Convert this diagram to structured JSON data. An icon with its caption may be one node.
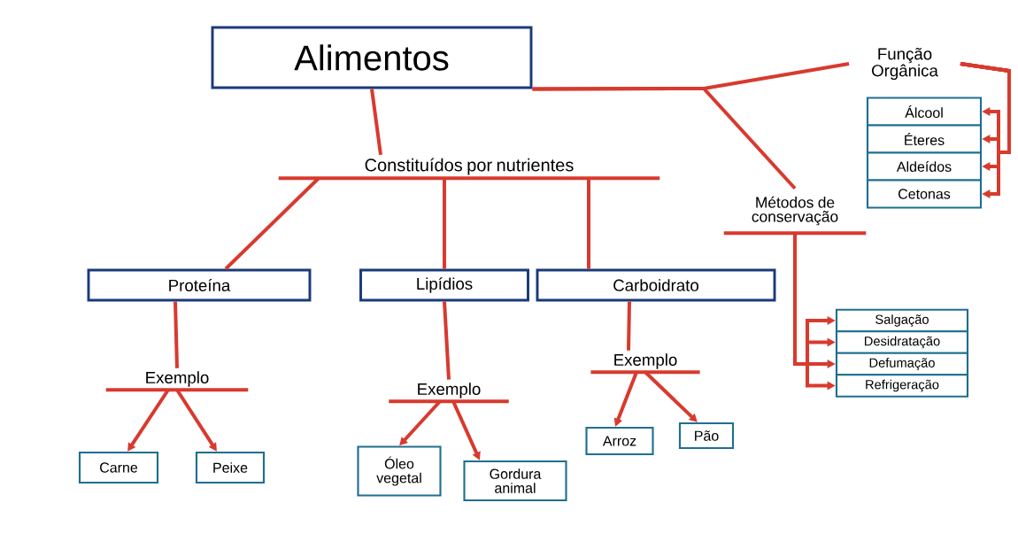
{
  "diagram": {
    "nodes": [
      {
        "text": [
          "Alimentos"
        ]
      },
      {
        "text": [
          "Constituídos por nutrientes"
        ]
      },
      {
        "text": [
          "Função Orgânica"
        ]
      },
      {
        "text": [
          "Métodos de conservação"
        ]
      },
      {
        "text": [
          "Proteína"
        ]
      },
      {
        "text": [
          "Lipídios"
        ]
      },
      {
        "text": [
          "Carboidrato"
        ]
      },
      {
        "text": [
          "Exemplo"
        ]
      },
      {
        "text": [
          "Exemplo"
        ]
      },
      {
        "text": [
          "Exemplo"
        ]
      },
      {
        "text": [
          "Carne"
        ]
      },
      {
        "text": [
          "Peixe"
        ]
      },
      {
        "text": [
          "Óleo vegetal"
        ]
      },
      {
        "text": [
          "Gordura animal"
        ]
      },
      {
        "text": [
          "Arroz"
        ]
      },
      {
        "text": [
          "Pão"
        ]
      },
      {
        "text": [
          "Álcool"
        ]
      },
      {
        "text": [
          "Éteres"
        ]
      },
      {
        "text": [
          "Aldeídos"
        ]
      },
      {
        "text": [
          "Cetonas"
        ]
      },
      {
        "text": [
          "Salgação"
        ]
      },
      {
        "text": [
          "Desidratação"
        ]
      },
      {
        "text": [
          "Defumação"
        ]
      },
      {
        "text": [
          "Refrigeração"
        ]
      }
    ],
    "edges": [
      {
        "from": 0,
        "to": 1,
        "arrow": "none"
      },
      {
        "from": 0,
        "to": 2,
        "arrow": "none"
      },
      {
        "from": 0,
        "to": 3,
        "arrow": "none"
      },
      {
        "from": 1,
        "to": 4,
        "arrow": "none"
      },
      {
        "from": 1,
        "to": 5,
        "arrow": "none"
      },
      {
        "from": 1,
        "to": 6,
        "arrow": "none"
      },
      {
        "from": 4,
        "to": 7,
        "arrow": "none"
      },
      {
        "from": 5,
        "to": 8,
        "arrow": "none"
      },
      {
        "from": 6,
        "to": 9,
        "arrow": "none"
      },
      {
        "from": 7,
        "to": 10,
        "arrow": "to"
      },
      {
        "from": 7,
        "to": 11,
        "arrow": "to"
      },
      {
        "from": 8,
        "to": 12,
        "arrow": "to"
      },
      {
        "from": 8,
        "to": 13,
        "arrow": "to"
      },
      {
        "from": 9,
        "to": 14,
        "arrow": "to"
      },
      {
        "from": 9,
        "to": 15,
        "arrow": "to"
      },
      {
        "from": 2,
        "to": 16,
        "arrow": "to"
      },
      {
        "from": 2,
        "to": 17,
        "arrow": "to"
      },
      {
        "from": 2,
        "to": 18,
        "arrow": "to"
      },
      {
        "from": 2,
        "to": 19,
        "arrow": "to"
      },
      {
        "from": 3,
        "to": 20,
        "arrow": "to"
      },
      {
        "from": 3,
        "to": 21,
        "arrow": "to"
      },
      {
        "from": 3,
        "to": 22,
        "arrow": "to"
      },
      {
        "from": 3,
        "to": 23,
        "arrow": "to"
      }
    ]
  }
}
